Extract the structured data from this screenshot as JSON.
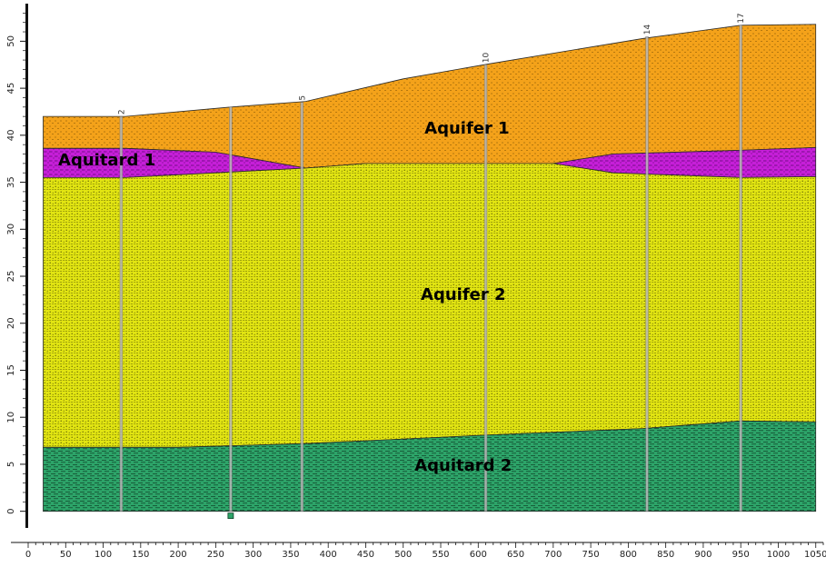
{
  "colors": {
    "aquifer_1": "#f4a21a",
    "aquitard_1": "#c61fd8",
    "aquifer_2": "#e2e512",
    "aquitard_2": "#2da469",
    "axis": "#111111",
    "background": "#ffffff"
  },
  "axes": {
    "x_range": [
      0,
      1060
    ],
    "y_range": [
      -1,
      54
    ],
    "x_ticks": [
      "0",
      "50",
      "100",
      "150",
      "200",
      "250",
      "300",
      "350",
      "400",
      "450",
      "500",
      "550",
      "600",
      "650",
      "700",
      "750",
      "800",
      "850",
      "900",
      "950",
      "1000",
      "1050"
    ],
    "y_ticks": [
      "0",
      "5",
      "10",
      "15",
      "20",
      "25",
      "30",
      "35",
      "40",
      "45",
      "50"
    ]
  },
  "layers": [
    {
      "id": "aquifer_1",
      "label": "Aquifer 1"
    },
    {
      "id": "aquitard_1",
      "label": "Aquitard 1"
    },
    {
      "id": "aquifer_2",
      "label": "Aquifer 2"
    },
    {
      "id": "aquitard_2",
      "label": "Aquitard 2"
    }
  ],
  "surfaces": {
    "ground": [
      [
        20,
        42
      ],
      [
        130,
        42
      ],
      [
        270,
        43
      ],
      [
        370,
        43.6
      ],
      [
        500,
        46
      ],
      [
        615,
        47.6
      ],
      [
        820,
        50.3
      ],
      [
        950,
        51.7
      ],
      [
        1050,
        51.8
      ]
    ],
    "aquitard_1_top": [
      [
        20,
        38.6
      ],
      [
        130,
        38.6
      ],
      [
        250,
        38.2
      ],
      [
        370,
        36.5
      ],
      [
        450,
        37
      ],
      [
        610,
        37
      ],
      [
        700,
        37
      ],
      [
        780,
        38
      ],
      [
        950,
        38.4
      ],
      [
        1050,
        38.7
      ]
    ],
    "aquitard_1_bottom": [
      [
        20,
        35.5
      ],
      [
        130,
        35.5
      ],
      [
        250,
        36
      ],
      [
        370,
        36.5
      ],
      [
        450,
        37
      ],
      [
        610,
        37
      ],
      [
        700,
        37
      ],
      [
        780,
        36
      ],
      [
        950,
        35.5
      ],
      [
        1050,
        35.6
      ]
    ],
    "aquitard_2_top": [
      [
        20,
        6.8
      ],
      [
        200,
        6.8
      ],
      [
        370,
        7.2
      ],
      [
        610,
        8.1
      ],
      [
        820,
        8.8
      ],
      [
        950,
        9.6
      ],
      [
        1050,
        9.5
      ]
    ],
    "base": [
      [
        20,
        0
      ],
      [
        1050,
        0
      ]
    ]
  },
  "boreholes": [
    {
      "id": "2",
      "x": 124,
      "top": 42.0
    },
    {
      "id": "",
      "x": 270,
      "top": 43.0
    },
    {
      "id": "5",
      "x": 365,
      "top": 43.5
    },
    {
      "id": "10",
      "x": 610,
      "top": 47.5
    },
    {
      "id": "14",
      "x": 825,
      "top": 50.5
    },
    {
      "id": "17",
      "x": 950,
      "top": 51.7
    }
  ]
}
